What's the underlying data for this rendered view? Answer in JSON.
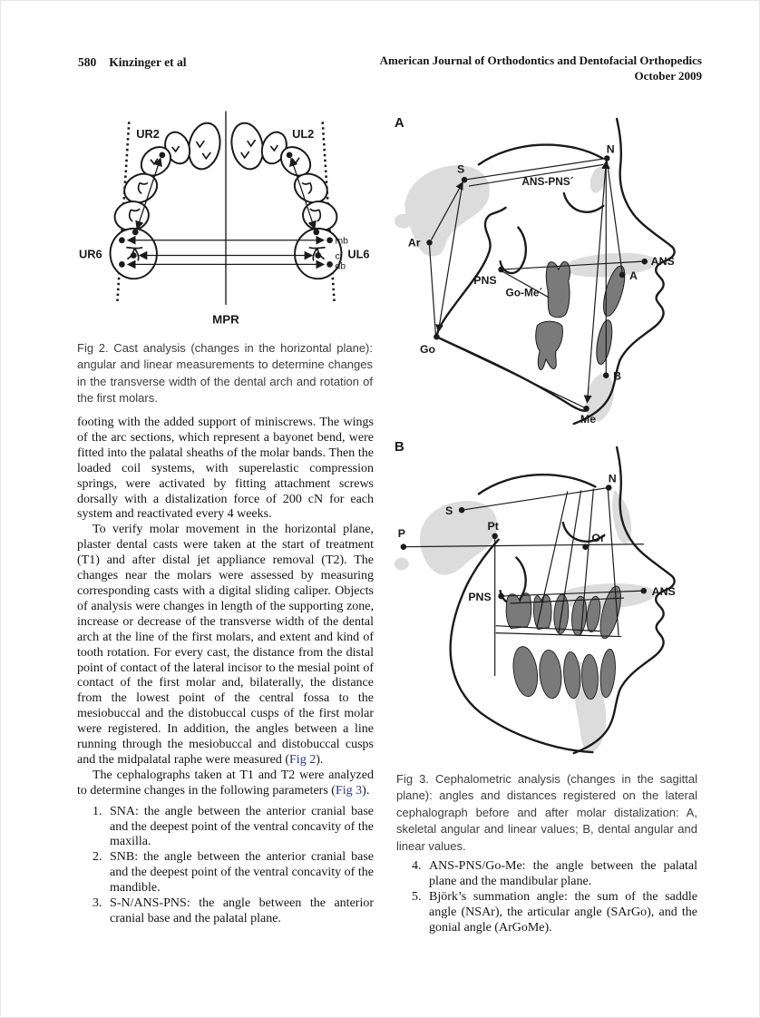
{
  "header": {
    "page_number": "580",
    "authors": "Kinzinger et al",
    "journal": "American Journal of Orthodontics and Dentofacial Orthopedics",
    "issue_date": "October 2009"
  },
  "fig2": {
    "labels": {
      "ur2": "UR2",
      "ul2": "UL2",
      "ur6": "UR6",
      "ul6": "UL6",
      "mpr": "MPR",
      "mb": "mb",
      "cf": "cf",
      "db": "db"
    },
    "caption": "Fig 2. Cast analysis (changes in the horizontal plane): angular and linear measurements to determine changes in the transverse width of the dental arch and rotation of the first molars."
  },
  "fig3": {
    "caption": "Fig 3. Cephalometric analysis (changes in the sagittal plane): angles and distances registered on the lateral cephalograph before and after molar distalization: A, skeletal angular and linear values; B, dental angular and linear values.",
    "panel_a": {
      "letter": "A",
      "labels": {
        "s": "S",
        "n": "N",
        "ar": "Ar",
        "go": "Go",
        "me": "Me",
        "pns": "PNS",
        "ans": "ANS",
        "a": "A",
        "b": "B",
        "ans_pns_line": "ANS-PNS´",
        "go_me_line": "Go-Me´"
      }
    },
    "panel_b": {
      "letter": "B",
      "labels": {
        "s": "S",
        "n": "N",
        "p": "P",
        "pt": "Pt",
        "or": "Or",
        "pns": "PNS",
        "ans": "ANS"
      }
    }
  },
  "body": {
    "para1": "footing with the added support of miniscrews. The wings of the arc sections, which represent a bayonet bend, were fitted into the palatal sheaths of the molar bands. Then the loaded coil systems, with superelastic compression springs, were activated by fitting attachment screws dorsally with a distalization force of 200 cN for each system and reactivated every 4 weeks.",
    "para2_pre": "To verify molar movement in the horizontal plane, plaster dental casts were taken at the start of treatment (T1) and after distal jet appliance removal (T2). The changes near the molars were assessed by measuring corresponding casts with a digital sliding caliper. Objects of analysis were changes in length of the supporting zone, increase or decrease of the transverse width of the dental arch at the line of the first molars, and extent and kind of tooth rotation. For every cast, the distance from the distal point of contact of the lateral incisor to the mesial point of contact of the first molar and, bilaterally, the distance from the lowest point of the central fossa to the mesiobuccal and the distobuccal cusps of the first molar were registered. In addition, the angles between a line running through the mesiobuccal and distobuccal cusps and the midpalatal raphe were measured (",
    "fig2_link": "Fig 2",
    "para2_post": ").",
    "para3_pre": "The cephalographs taken at T1 and T2 were analyzed to determine changes in the following parameters (",
    "fig3_link": "Fig 3",
    "para3_post": ").",
    "list_left": [
      {
        "num": "1.",
        "text": "SNA: the angle between the anterior cranial base and the deepest point of the ventral concavity of the maxilla."
      },
      {
        "num": "2.",
        "text": "SNB: the angle between the anterior cranial base and the deepest point of the ventral concavity of the mandible."
      },
      {
        "num": "3.",
        "text": "S-N/ANS-PNS: the angle between the anterior cranial base and the palatal plane."
      }
    ],
    "list_right": [
      {
        "num": "4.",
        "text": "ANS-PNS/Go-Me: the angle between the palatal plane and the mandibular plane."
      },
      {
        "num": "5.",
        "text": "Björk’s summation angle: the sum of the saddle angle (NSAr), the articular angle (SArGo), and the gonial angle (ArGoMe)."
      }
    ]
  },
  "colors": {
    "link_blue": "#26339b",
    "caption_gray": "#3d3d3d",
    "tooth_gray": "#7a7a7a",
    "shadow_gray": "#dcdcdc"
  }
}
